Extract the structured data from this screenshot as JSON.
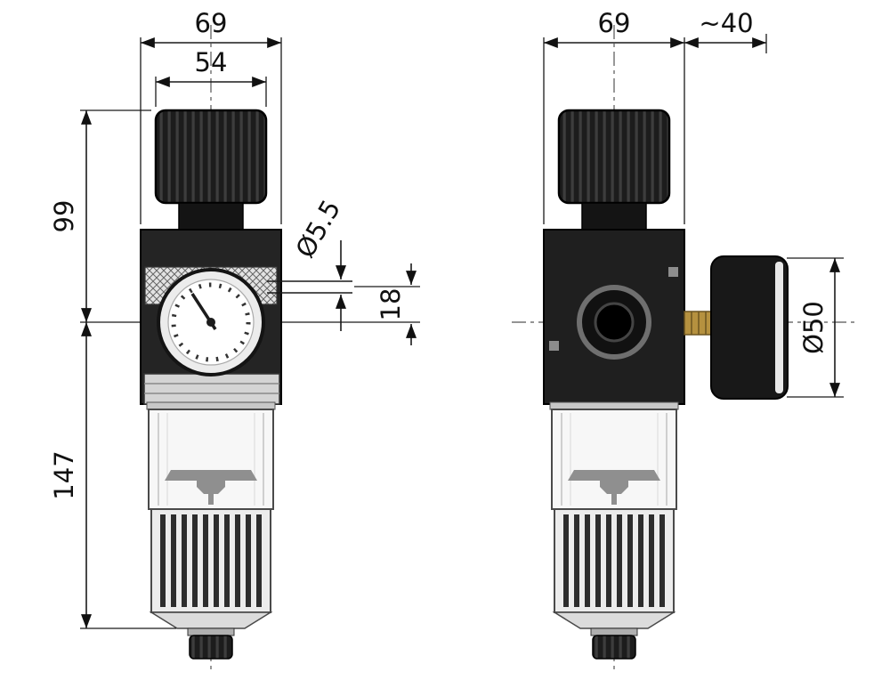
{
  "drawing": {
    "front": {
      "dim_width_body": "69",
      "dim_width_knob": "54",
      "dim_height_upper": "99",
      "dim_height_lower": "147",
      "dim_hole_diameter": "Ø5.5",
      "dim_hole_offset": "18"
    },
    "side": {
      "dim_width_body": "69",
      "dim_gauge_offset": "~40",
      "dim_gauge_diameter": "Ø50"
    }
  }
}
